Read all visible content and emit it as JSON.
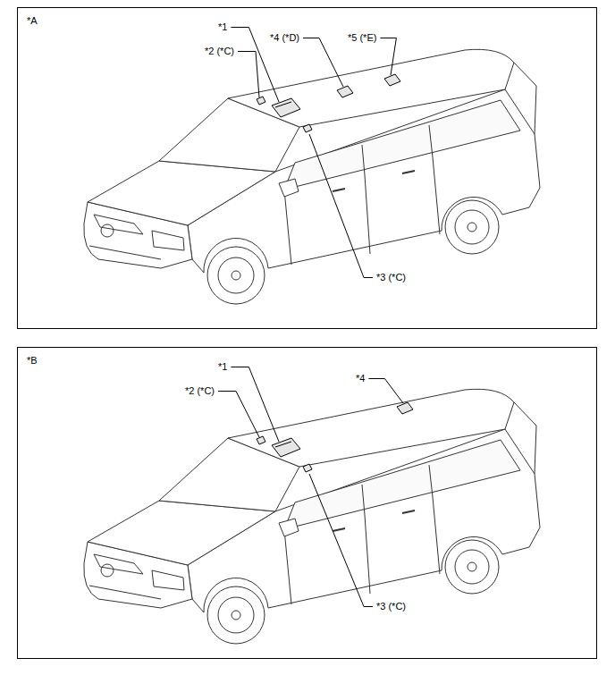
{
  "diagram": {
    "nodes": [
      {
        "text": [
          "*A"
        ]
      },
      {
        "text": [
          "*B"
        ]
      }
    ],
    "labels": [
      "*1",
      "*2 (*C)",
      "*4 (*D)",
      "*5 (*E)",
      "*3 (*C)",
      "*1",
      "*2 (*C)",
      "*4",
      "*3 (*C)"
    ]
  }
}
